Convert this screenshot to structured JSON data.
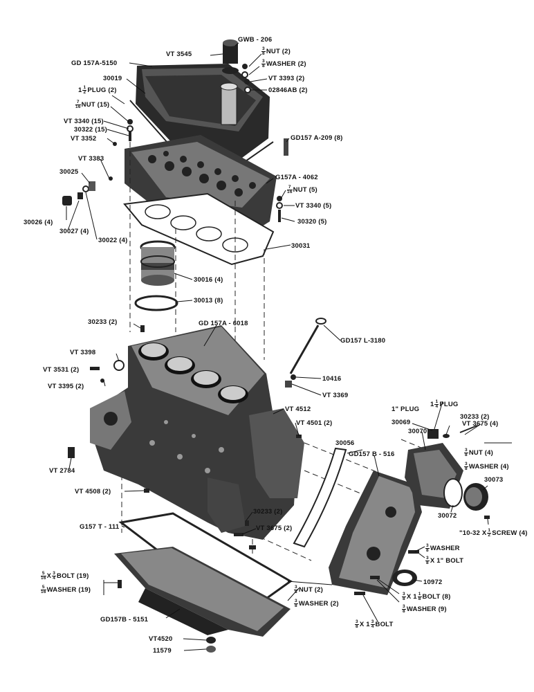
{
  "labels": {
    "vt3545": "VT 3545",
    "gwb206": "GWB - 206",
    "nut38_2": "NUT (2)",
    "washer38_2": "WASHER (2)",
    "gd157a5150": "GD 157A-5150",
    "vt3393": "VT 3393 (2)",
    "n02846ab": "02846AB (2)",
    "n30019": "30019",
    "plug2": "PLUG (2)",
    "nut716_15": "NUT (15)",
    "vt3340_15": "VT 3340 (15)",
    "n30322": "30322 (15)",
    "vt3352": "VT 3352",
    "gd157a209": "GD157 A-209 (8)",
    "vt3383": "VT 3383",
    "n30025": "30025",
    "g157a4062": "G157A - 4062",
    "nut716_5": "NUT (5)",
    "vt3340_5": "VT 3340 (5)",
    "n30026": "30026 (4)",
    "n30027": "30027 (4)",
    "n30022": "30022 (4)",
    "n30320": "30320 (5)",
    "n30031": "30031",
    "n30016": "30016 (4)",
    "n30013": "30013 (8)",
    "n30233_top": "30233 (2)",
    "gd157a6018": "GD 157A - 6018",
    "gd157l3180": "GD157 L-3180",
    "vt3398": "VT 3398",
    "vt3531": "VT 3531 (2)",
    "vt3395": "VT 3395 (2)",
    "n10416": "10416",
    "vt3369": "VT 3369",
    "vt4512": "VT 4512",
    "vt4501": "VT 4501 (2)",
    "plug1": "1\" PLUG",
    "plug114": "PLUG",
    "n30233_r": "30233 (2)",
    "vt3675_4": "VT 3675 (4)",
    "n30069": "30069",
    "n30070": "30070",
    "n30056": "30056",
    "gd157b516": "GD157 B - 516",
    "nut38_4": "NUT (4)",
    "washer38_4": "WASHER (4)",
    "n30073": "30073",
    "vt2784": "VT 2784",
    "n30072": "30072",
    "screw": "\"10-32 X",
    "screw2": "SCREW (4)",
    "vt4508": "VT 4508 (2)",
    "n30233_m": "30233 (2)",
    "vt3675_2": "VT 3675 (2)",
    "g157t111": "G157 T - 111",
    "washer38": "WASHER",
    "bolt38x1": "X 1\" BOLT",
    "n10972": "10972",
    "bolt516": "X",
    "bolt516b": "BOLT (19)",
    "washer516": "WASHER (19)",
    "nut38_2b": "NUT (2)",
    "washer38_2b": "WASHER (2)",
    "bolt38x118": "X 1",
    "bolt38x118b": "BOLT (8)",
    "washer38_9": "WASHER (9)",
    "gd157b5151": "GD157B - 5151",
    "bolt38x134": "X 1",
    "bolt38x134b": "BOLT",
    "vt4520": "VT4520",
    "n11579": "11579"
  }
}
